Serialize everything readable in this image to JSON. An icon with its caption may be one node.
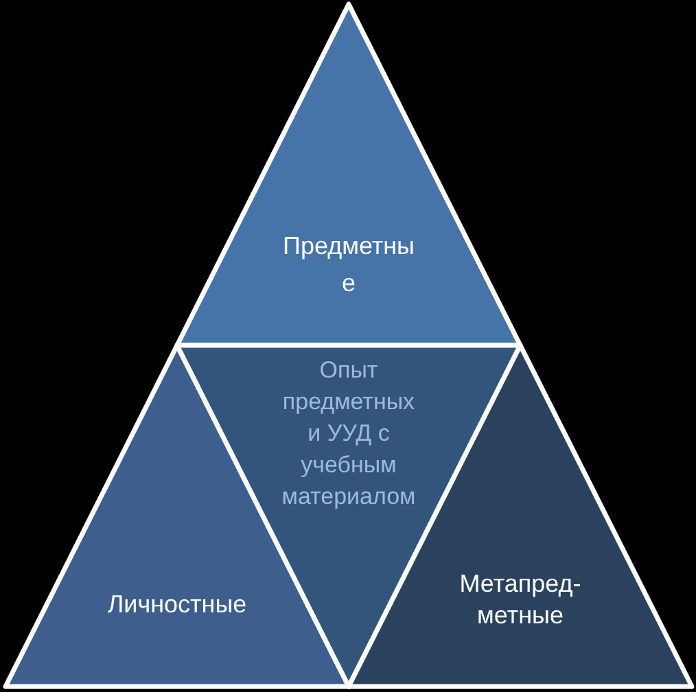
{
  "diagram": {
    "nodes": [
      {
        "text": [
          "Предметны е"
        ]
      },
      {
        "text": [
          "Личностные"
        ]
      },
      {
        "text": [
          "Опыт предметных и УУД с учебным материалом"
        ]
      },
      {
        "text": [
          "Метапред- метные"
        ]
      }
    ]
  }
}
